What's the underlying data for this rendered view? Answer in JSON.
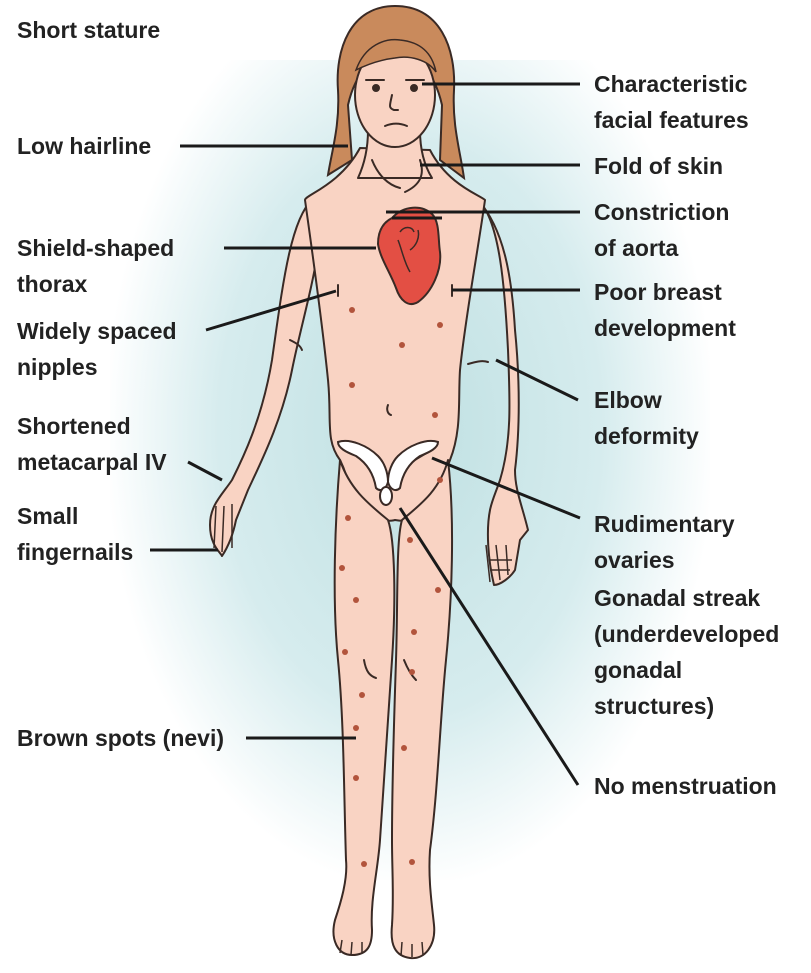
{
  "labels": {
    "short_stature": "Short stature",
    "low_hairline": "Low hairline",
    "shield_thorax_1": "Shield-shaped",
    "shield_thorax_2": "thorax",
    "widely_spaced_1": "Widely spaced",
    "widely_spaced_2": "nipples",
    "metacarpal_1": "Shortened",
    "metacarpal_2": "metacarpal IV",
    "fingernails_1": "Small",
    "fingernails_2": "fingernails",
    "nevi": "Brown spots (nevi)",
    "facial_1": "Characteristic",
    "facial_2": "facial features",
    "fold_skin": "Fold of skin",
    "aorta_1": "Constriction",
    "aorta_2": "of aorta",
    "breast_1": "Poor breast",
    "breast_2": "development",
    "elbow_1": "Elbow",
    "elbow_2": "deformity",
    "ovaries_1": "Rudimentary",
    "ovaries_2": "ovaries",
    "gonadal_1": "Gonadal streak",
    "gonadal_2": "(underdeveloped",
    "gonadal_3": "gonadal",
    "gonadal_4": "structures)",
    "menstruation": "No menstruation"
  },
  "colors": {
    "skin": "#f9d3c3",
    "skin_outline": "#3a2a25",
    "hair": "#c98a5c",
    "heart": "#e34f44",
    "nevi": "#b2543c",
    "leader_line": "#1a1a1a",
    "background_glow": "#c9e4e6"
  }
}
